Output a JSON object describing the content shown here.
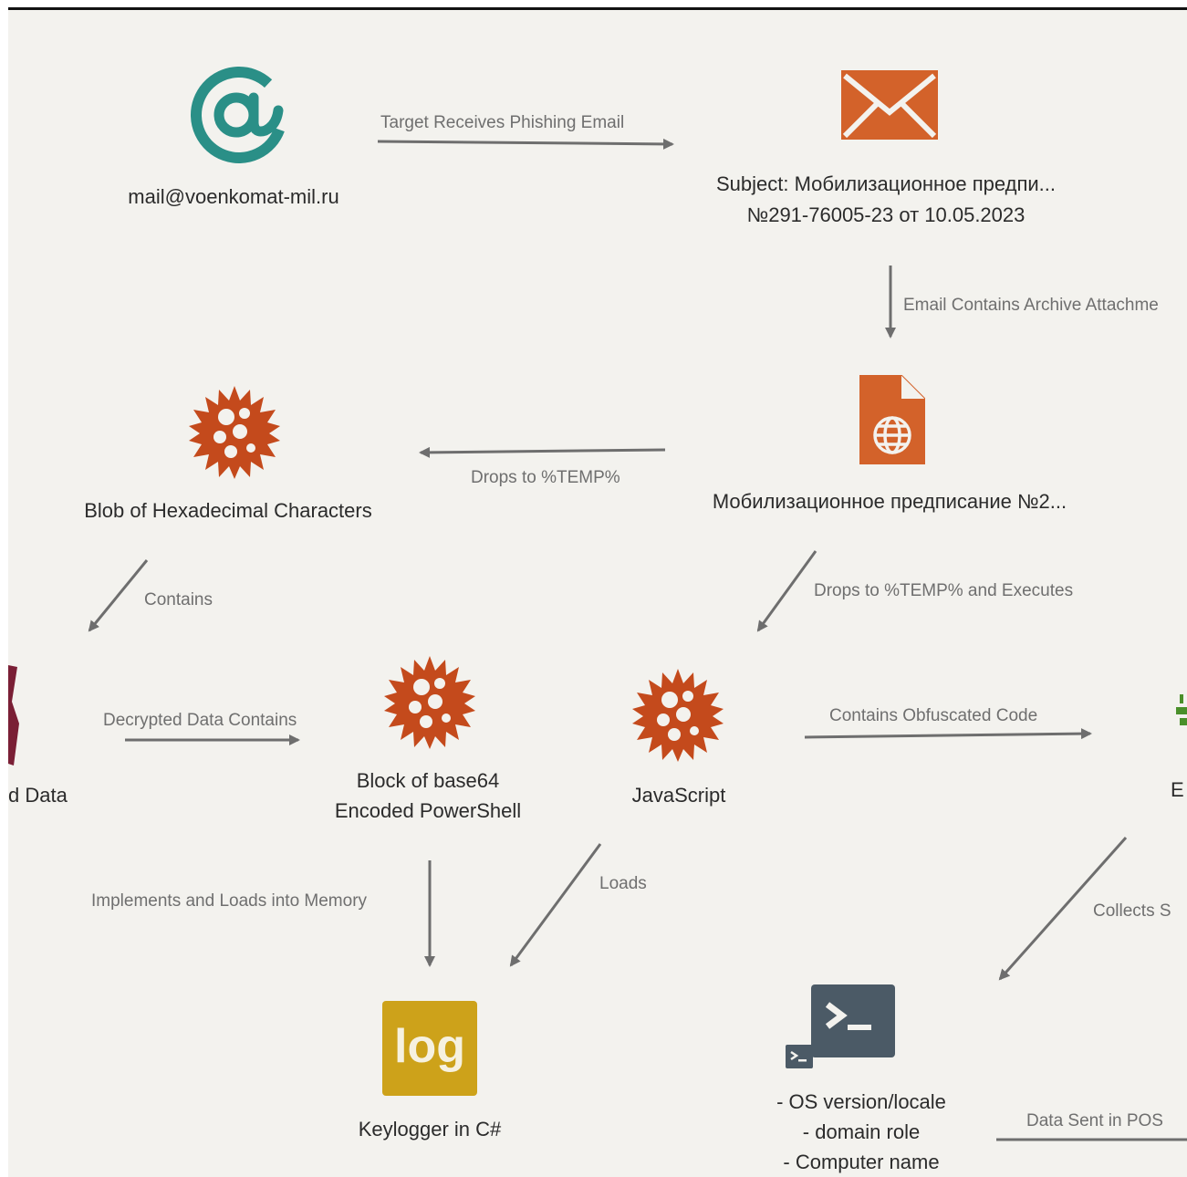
{
  "colors": {
    "background": "#f3f2ee",
    "arrow": "#6e6e6e",
    "teal": "#2a8f87",
    "orange": "#d3622a",
    "virus": "#c44a1c",
    "log_gold": "#cda21a",
    "terminal": "#4b5a66",
    "maroon": "#7a1f35",
    "green": "#4a8f2a"
  },
  "nodes": {
    "email_address": {
      "icon": "at-icon",
      "label": "mail@voenkomat-mil.ru"
    },
    "email_subject": {
      "icon": "envelope-icon",
      "label_line1": "Subject: Мобилизационное предпи...",
      "label_line2": "№291-76005-23 от 10.05.2023"
    },
    "attachment": {
      "icon": "web-document-icon",
      "label": "Мобилизационное предписание  №2..."
    },
    "hex_blob": {
      "icon": "virus-icon",
      "label": "Blob of Hexadecimal Characters"
    },
    "encrypted_data": {
      "icon": "maroon-fragment-icon",
      "label": "d Data"
    },
    "base64_block": {
      "icon": "virus-icon",
      "label_line1": "Block of base64",
      "label_line2": "Encoded PowerShell"
    },
    "javascript": {
      "icon": "virus-icon",
      "label": "JavaScript"
    },
    "right_node": {
      "icon": "green-fragment-icon",
      "label": "E"
    },
    "keylogger": {
      "icon": "log-icon",
      "icon_text": "log",
      "label": "Keylogger in C#"
    },
    "system_info": {
      "icon": "terminal-icon",
      "label_line1": "- OS version/locale",
      "label_line2": "- domain role",
      "label_line3": "- Computer name"
    }
  },
  "edges": {
    "receives_email": "Target Receives Phishing Email",
    "archive_attachment": "Email Contains Archive Attachme",
    "drops_temp": "Drops to %TEMP%",
    "drops_temp_executes": "Drops to %TEMP% and Executes",
    "contains": "Contains",
    "decrypted_contains": "Decrypted Data Contains",
    "obfuscated_code": "Contains Obfuscated Code",
    "implements_loads": "Implements and Loads into Memory",
    "loads": "Loads",
    "collects": "Collects S",
    "data_sent": "Data Sent in POS"
  }
}
